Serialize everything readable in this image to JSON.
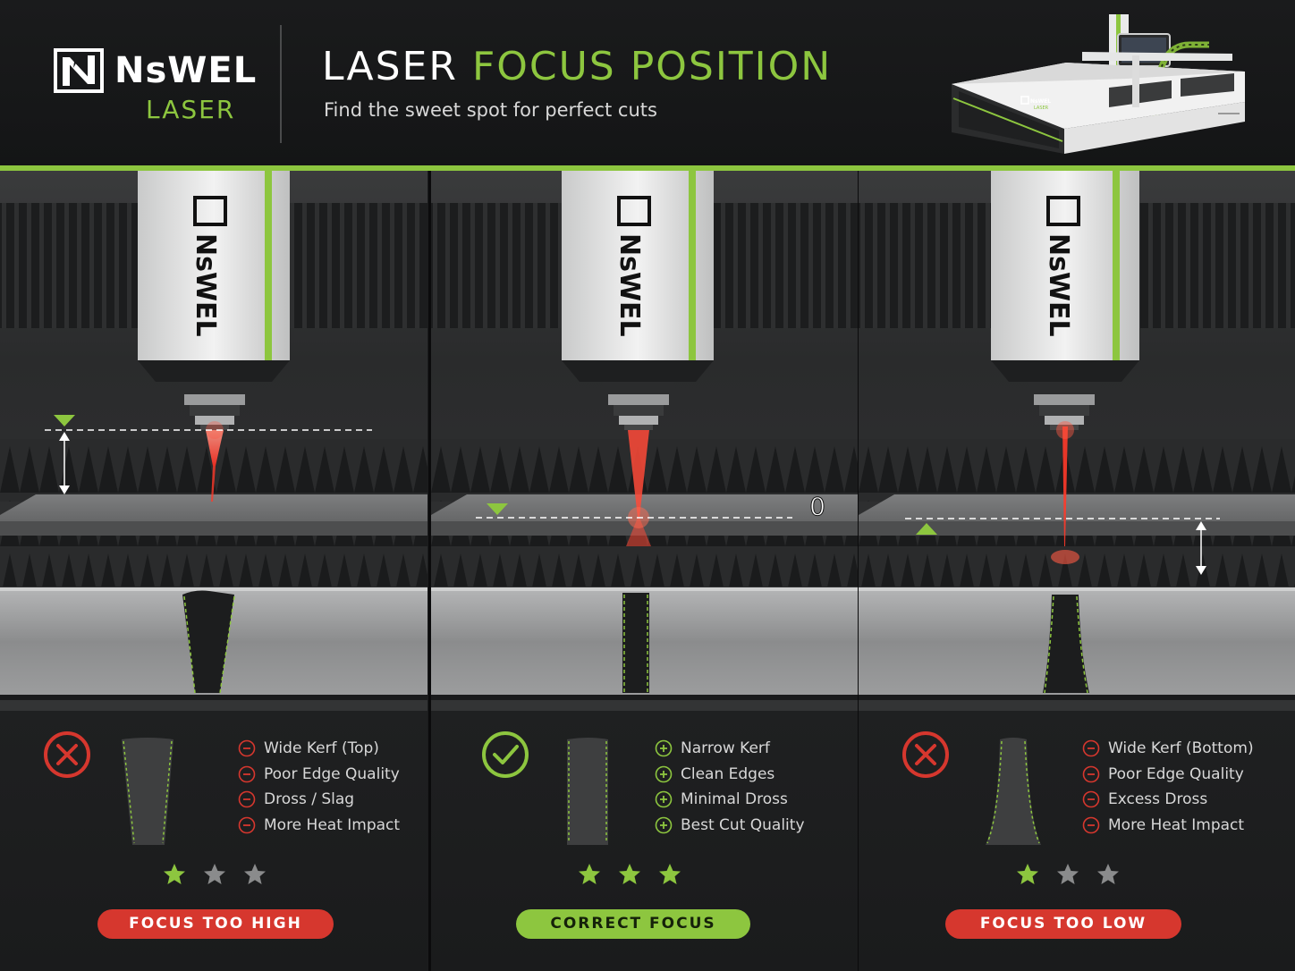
{
  "header": {
    "brand_name": "NsWEL",
    "brand_sub": "LASER",
    "title_white": "LASER",
    "title_green": "FOCUS POSITION",
    "subtitle": "Find the sweet spot for perfect cuts",
    "accent_color": "#8dc63f"
  },
  "machine": {
    "brand": "NsWEL",
    "sub": "LASER"
  },
  "panels": [
    {
      "id": "too-high",
      "head_brand": "NsWEL",
      "status": "x-circle-icon",
      "status_color": "#d6372e",
      "features": [
        "Wide Kerf (Top)",
        "Poor Edge Quality",
        "Dross / Slag",
        "More Heat Impact"
      ],
      "bullet": "minus",
      "rating": 1,
      "rating_max": 3,
      "label": "FOCUS TOO HIGH",
      "label_color": "#d6372e"
    },
    {
      "id": "correct",
      "head_brand": "NsWEL",
      "status": "check-circle-icon",
      "status_color": "#8dc63f",
      "features": [
        "Narrow Kerf",
        "Clean Edges",
        "Minimal Dross",
        "Best Cut Quality"
      ],
      "bullet": "plus",
      "rating": 3,
      "rating_max": 3,
      "zero_marker": "0",
      "label": "CORRECT FOCUS",
      "label_color": "#8dc63f"
    },
    {
      "id": "too-low",
      "head_brand": "NsWEL",
      "status": "x-circle-icon",
      "status_color": "#d6372e",
      "features": [
        "Wide Kerf (Bottom)",
        "Poor Edge Quality",
        "Excess Dross",
        "More Heat Impact"
      ],
      "bullet": "minus",
      "rating": 1,
      "rating_max": 3,
      "label": "FOCUS TOO LOW",
      "label_color": "#d6372e"
    }
  ]
}
